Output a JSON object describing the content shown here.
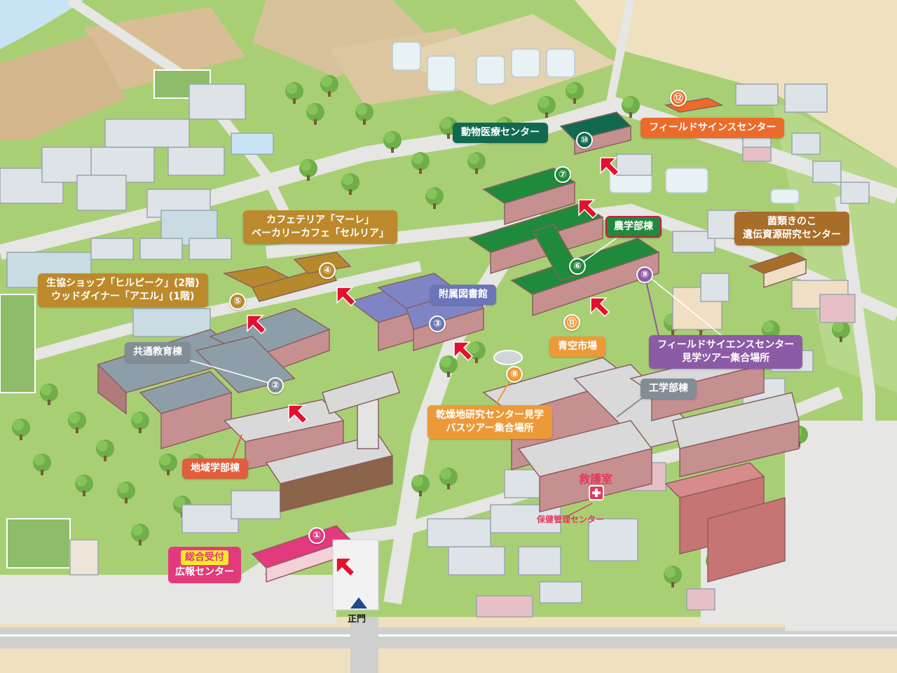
{
  "labels": {
    "vet": "動物医療センター",
    "field_science": "フィールドサインスセンター",
    "mushroom_1": "菌類きのこ",
    "mushroom_2": "遺伝資源研究センター",
    "agri": "農学部棟",
    "cafeteria_1": "カフェテリア「マーレ」",
    "cafeteria_2": "ベーカリーカフェ「セルリア」",
    "coop_1": "生協ショップ「ヒルピーク」(2階)",
    "coop_2": "ウッドダイナー「アエル」(1階)",
    "library": "附属図書館",
    "common": "共通教育棟",
    "aozora": "青空市場",
    "fsc_tour_1": "フィールドサイエンスセンター",
    "fsc_tour_2": "見学ツアー集合場所",
    "engineering": "工学部棟",
    "arid_1": "乾燥地研究センター見学",
    "arid_2": "バスツアー集合場所",
    "regional": "地域学部棟",
    "first_aid": "救護室",
    "health": "保健管理センター",
    "reception_1": "総合受付",
    "reception_2": "広報センター",
    "main_gate": "正門"
  },
  "markers": [
    "①",
    "②",
    "③",
    "④",
    "⑤",
    "⑥",
    "⑦",
    "⑧",
    "⑨",
    "⑩",
    "⑪",
    "⑫"
  ],
  "colors": {
    "grass": "#a9cf74",
    "road": "#e6e6e4",
    "farmland": "#efe0bf",
    "water": "#c8e3f3",
    "green_building": "#1f8a3c",
    "arrow": "#e3102f",
    "reception": "#e23a7c"
  },
  "icons": [
    "red-arrow-icon",
    "first-aid-cross-icon",
    "main-gate-triangle-icon"
  ]
}
